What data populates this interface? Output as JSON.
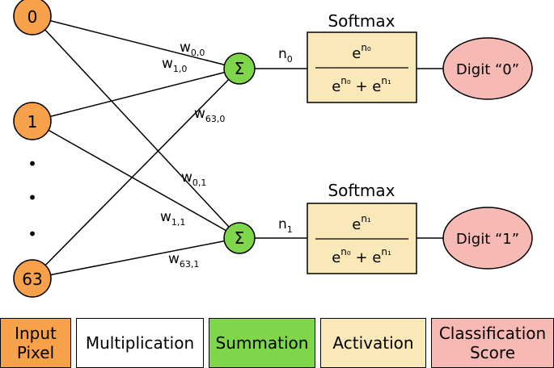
{
  "inputs": {
    "node_0": "0",
    "node_1": "1",
    "node_63": "63",
    "ellipsis": [
      "•",
      "•",
      "•"
    ]
  },
  "weights": {
    "w00": {
      "base": "w",
      "sub": "0,0"
    },
    "w10": {
      "base": "w",
      "sub": "1,0"
    },
    "w630": {
      "base": "w",
      "sub": "63,0"
    },
    "w01": {
      "base": "w",
      "sub": "0,1"
    },
    "w11": {
      "base": "w",
      "sub": "1,1"
    },
    "w631": {
      "base": "w",
      "sub": "63,1"
    }
  },
  "summation_symbol": "Σ",
  "outputs": [
    {
      "net_label": {
        "base": "n",
        "sub": "0"
      },
      "softmax_title": "Softmax",
      "numerator": {
        "base": "e",
        "sup": "n₀"
      },
      "denominator": {
        "term1_base": "e",
        "term1_sup": "n₀",
        "plus": "+",
        "term2_base": "e",
        "term2_sup": "n₁"
      },
      "digit_label": "Digit “0”"
    },
    {
      "net_label": {
        "base": "n",
        "sub": "1"
      },
      "softmax_title": "Softmax",
      "numerator": {
        "base": "e",
        "sup": "n₁"
      },
      "denominator": {
        "term1_base": "e",
        "term1_sup": "n₀",
        "plus": "+",
        "term2_base": "e",
        "term2_sup": "n₁"
      },
      "digit_label": "Digit “1”"
    }
  ],
  "legend": {
    "input_pixel": "Input\nPixel",
    "multiplication": "Multiplication",
    "summation": "Summation",
    "activation": "Activation",
    "classification_score": "Classification\nScore"
  },
  "colors": {
    "input": "#f7a24b",
    "summation": "#7fd64a",
    "activation": "#fae8b8",
    "classification": "#f7b9b4",
    "multiplication": "#ffffff"
  }
}
